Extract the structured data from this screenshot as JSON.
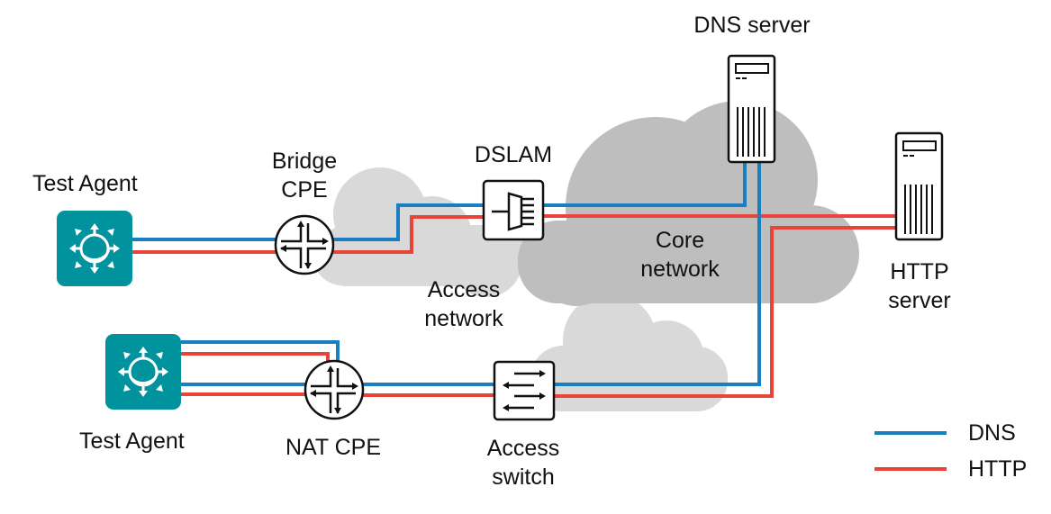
{
  "colors": {
    "dns": "#1a7fc1",
    "http": "#e8443a",
    "agent": "#00939e",
    "cloud_light": "#d9d9d9",
    "cloud_dark": "#bebebe",
    "stroke": "#111111"
  },
  "nodes": {
    "test_agent_1": {
      "label": "Test Agent"
    },
    "bridge_cpe": {
      "label_line1": "Bridge",
      "label_line2": "CPE"
    },
    "dslam": {
      "label": "DSLAM"
    },
    "dns_server": {
      "label": "DNS server"
    },
    "http_server": {
      "label_line1": "HTTP",
      "label_line2": "server"
    },
    "test_agent_2": {
      "label": "Test Agent"
    },
    "nat_cpe": {
      "label": "NAT CPE"
    },
    "access_switch": {
      "label_line1": "Access",
      "label_line2": "switch"
    }
  },
  "clouds": {
    "access_network": {
      "label_line1": "Access",
      "label_line2": "network"
    },
    "core_network": {
      "label_line1": "Core",
      "label_line2": "network"
    }
  },
  "legend": {
    "items": [
      {
        "label": "DNS",
        "series": "dns"
      },
      {
        "label": "HTTP",
        "series": "http"
      }
    ]
  }
}
